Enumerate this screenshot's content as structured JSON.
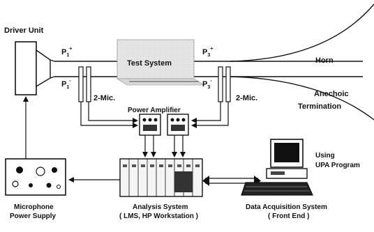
{
  "labels": {
    "driver_unit": "Driver Unit",
    "p1_plus": "P",
    "p1_plus_sub": "1",
    "p1_plus_sup": "+",
    "p1_minus": "P",
    "p1_minus_sub": "1",
    "p1_minus_sup": "-",
    "p3_plus": "P",
    "p3_plus_sub": "3",
    "p3_plus_sup": "+",
    "p3_minus": "P",
    "p3_minus_sub": "3",
    "p3_minus_sup": "-",
    "test_system": "Test System",
    "horn": "Horn",
    "mic_left": "2-Mic.",
    "mic_right": "2-Mic.",
    "anechoic_line1": "Anechoic",
    "anechoic_line2": "Termination",
    "power_amplifier": "Power Amplifier",
    "using_line1": "Using",
    "using_line2": "UPA Program",
    "mic_power_line1": "Microphone",
    "mic_power_line2": "Power Supply",
    "analysis_line1": "Analysis System",
    "analysis_line2": "( LMS, HP Workstation )",
    "daq_line1": "Data Acquisition System",
    "daq_line2": "( Front End )"
  }
}
